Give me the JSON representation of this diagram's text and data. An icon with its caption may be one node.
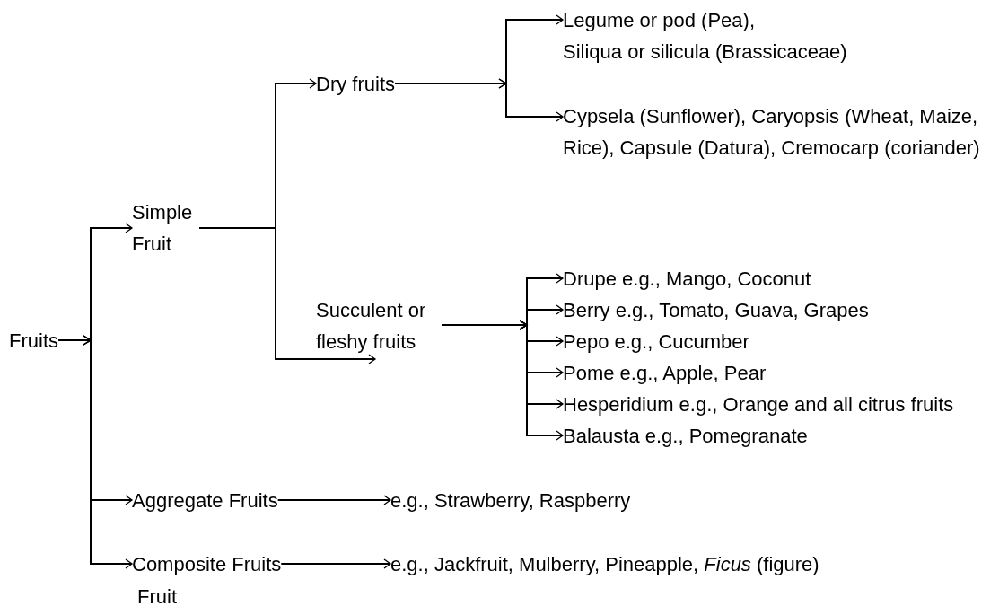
{
  "diagram": {
    "nodes": [
      {
        "text": [
          "Fruits"
        ]
      },
      {
        "text": [
          "Simple Fruit"
        ]
      },
      {
        "text": [
          "Dry fruits"
        ]
      },
      {
        "text": [
          "Succulent or fleshy fruits"
        ]
      },
      {
        "text": [
          "Legume or pod (Pea),",
          "Siliqua or silicula (Brassicaceae)"
        ]
      },
      {
        "text": [
          "Cypsela (Sunflower), Caryopsis (Wheat, Maize, Rice), Capsule (Datura), Cremocarp (coriander)"
        ]
      },
      {
        "text": [
          "Drupe e.g., Mango, Coconut"
        ]
      },
      {
        "text": [
          "Berry e.g., Tomato, Guava, Grapes"
        ]
      },
      {
        "text": [
          "Pepo e.g., Cucumber"
        ]
      },
      {
        "text": [
          "Pome e.g., Apple, Pear"
        ]
      },
      {
        "text": [
          "Hesperidium e.g., Orange and all citrus fruits"
        ]
      },
      {
        "text": [
          "Balausta e.g., Pomegranate"
        ]
      },
      {
        "text": [
          "Aggregate Fruits"
        ]
      },
      {
        "text": [
          "e.g., Strawberry, Raspberry"
        ]
      },
      {
        "text": [
          "Composite Fruits"
        ]
      },
      {
        "text": [
          "e.g., Jackfruit, Mulberry, Pineapple, *Ficus* (figure)"
        ]
      }
    ],
    "edges": [
      {
        "from": 0,
        "to": 1,
        "arrow": "to"
      },
      {
        "from": 0,
        "to": 12,
        "arrow": "to"
      },
      {
        "from": 0,
        "to": 14,
        "arrow": "to"
      },
      {
        "from": 1,
        "to": 2,
        "arrow": "to"
      },
      {
        "from": 1,
        "to": 3,
        "arrow": "to"
      },
      {
        "from": 2,
        "to": 4,
        "arrow": "to"
      },
      {
        "from": 2,
        "to": 5,
        "arrow": "to"
      },
      {
        "from": 3,
        "to": 6,
        "arrow": "to"
      },
      {
        "from": 3,
        "to": 7,
        "arrow": "to"
      },
      {
        "from": 3,
        "to": 8,
        "arrow": "to"
      },
      {
        "from": 3,
        "to": 9,
        "arrow": "to"
      },
      {
        "from": 3,
        "to": 10,
        "arrow": "to"
      },
      {
        "from": 3,
        "to": 11,
        "arrow": "to"
      },
      {
        "from": 12,
        "to": 13,
        "arrow": "to"
      },
      {
        "from": 14,
        "to": 15,
        "arrow": "to"
      }
    ],
    "labels": [
      "Fruit"
    ]
  }
}
